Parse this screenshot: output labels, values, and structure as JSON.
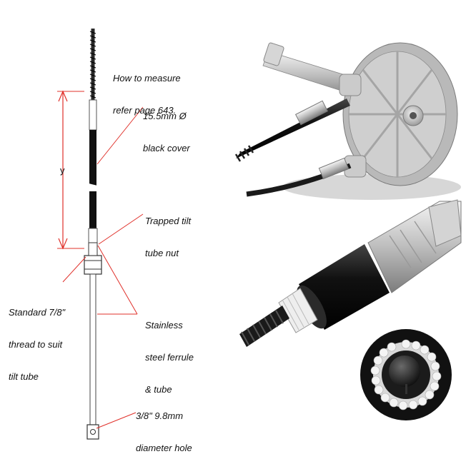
{
  "labels": {
    "measure": [
      "How to measure",
      "refer page 643."
    ],
    "cover": [
      "15.5mm Ø",
      "black cover"
    ],
    "tilt_nut": [
      "Trapped tilt",
      "tube nut"
    ],
    "thread": [
      "Standard 7/8\"",
      "thread to suit",
      "tilt tube"
    ],
    "ferrule": [
      "Stainless",
      "steel ferrule",
      "& tube"
    ],
    "hole": [
      "3/8\" 9.8mm",
      "diameter hole"
    ],
    "dimension_y": "y"
  },
  "colors": {
    "leader": "#e0302a",
    "cable_black": "#1a1a1a",
    "metal": "#cfcfcf",
    "metal_dark": "#8d8d8d"
  }
}
